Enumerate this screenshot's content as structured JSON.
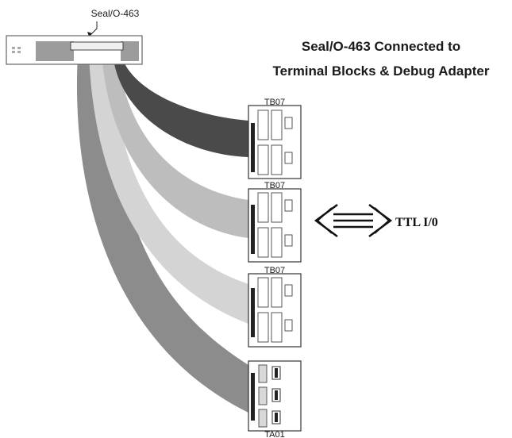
{
  "title": {
    "line1": "Seal/O-463 Connected to",
    "line2": "Terminal Blocks & Debug Adapter"
  },
  "card_label": "Seal/O-463",
  "terminal_blocks": [
    {
      "label": "TB07"
    },
    {
      "label": "TB07"
    },
    {
      "label": "TB07"
    },
    {
      "label": "TA01"
    }
  ],
  "io_label": "TTL I/0",
  "colors": {
    "cable_1": "#4a4a4a",
    "cable_2": "#bdbdbd",
    "cable_3": "#d4d4d4",
    "cable_4": "#8c8c8c",
    "board_outline": "#333333"
  }
}
